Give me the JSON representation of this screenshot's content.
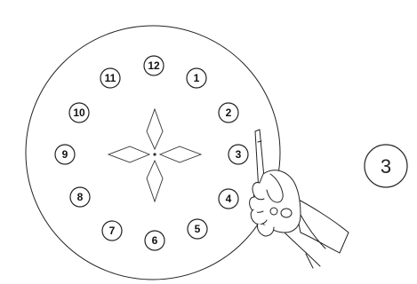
{
  "clock_face": {
    "numbers": [
      {
        "label": "12"
      },
      {
        "label": "1"
      },
      {
        "label": "2"
      },
      {
        "label": "3"
      },
      {
        "label": "4"
      },
      {
        "label": "5"
      },
      {
        "label": "6"
      },
      {
        "label": "7"
      },
      {
        "label": "8"
      },
      {
        "label": "9"
      },
      {
        "label": "10"
      },
      {
        "label": "11"
      }
    ]
  },
  "badge": {
    "label": "3"
  },
  "colors": {
    "line": "#222222",
    "paper": "#ffffff"
  },
  "icons": {
    "center_marker": "four-diamond-compass",
    "pointer_hand": "hand-holding-pen"
  }
}
